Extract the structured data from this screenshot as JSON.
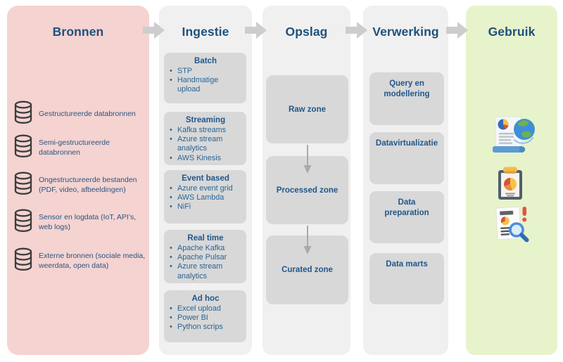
{
  "bronnen": {
    "title": "Bronnen",
    "items": [
      "Gestructureerde databronnen",
      "Semi-gestructureerde databronnen",
      "Ongestructureerde bestanden (PDF, video, afbeeldingen)",
      "Sensor en logdata (IoT, API’s, web logs)",
      "Externe bronnen (sociale media, weerdata, open data)"
    ]
  },
  "ingestie": {
    "title": "Ingestie",
    "groups": [
      {
        "header": "Batch",
        "items": [
          "STP",
          "Handmatige upload"
        ]
      },
      {
        "header": "Streaming",
        "items": [
          "Kafka streams",
          "Azure stream analytics",
          "AWS Kinesis"
        ]
      },
      {
        "header": "Event based",
        "items": [
          "Azure event grid",
          "AWS Lambda",
          "NiFi"
        ]
      },
      {
        "header": "Real time",
        "items": [
          "Apache Kafka",
          "Apache Pulsar",
          "Azure stream analytics"
        ]
      },
      {
        "header": "Ad hoc",
        "items": [
          "Excel upload",
          "Power BI",
          "Python scrips"
        ]
      }
    ]
  },
  "opslag": {
    "title": "Opslag",
    "zones": [
      "Raw zone",
      "Processed zone",
      "Curated zone"
    ]
  },
  "verwerking": {
    "title": "Verwerking",
    "boxes": [
      "Query en modellering",
      "Datavirtualizatie",
      "Data preparation",
      "Data marts"
    ]
  },
  "gebruik": {
    "title": "Gebruik",
    "icons": [
      "report-globe-icon",
      "clipboard-chart-icon",
      "document-search-icon"
    ]
  },
  "colors": {
    "bronnen_bg": "#f4d3d1",
    "stage_bg": "#f1f0f1",
    "gebruik_bg": "#e7f3ca",
    "card_bg": "#d8d8d8",
    "heading_blue": "#1e517c",
    "text_blue": "#2a6496",
    "arrow_gray": "#cdcdcd"
  }
}
